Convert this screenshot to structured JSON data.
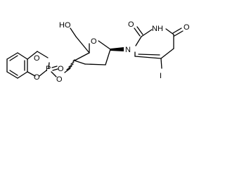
{
  "molecule": {
    "atoms": {
      "hydroxyl": "HO",
      "ring_oxygen_sugar": "O",
      "n1": "N",
      "n3h": "NH",
      "c2_oxo": "O",
      "c4_oxo": "O",
      "iodine": "I",
      "p_ester_o1": "O",
      "p_ester_o2": "O",
      "phosphorus": "P",
      "p_oxo": "O",
      "c3_oxygen": "O"
    }
  }
}
